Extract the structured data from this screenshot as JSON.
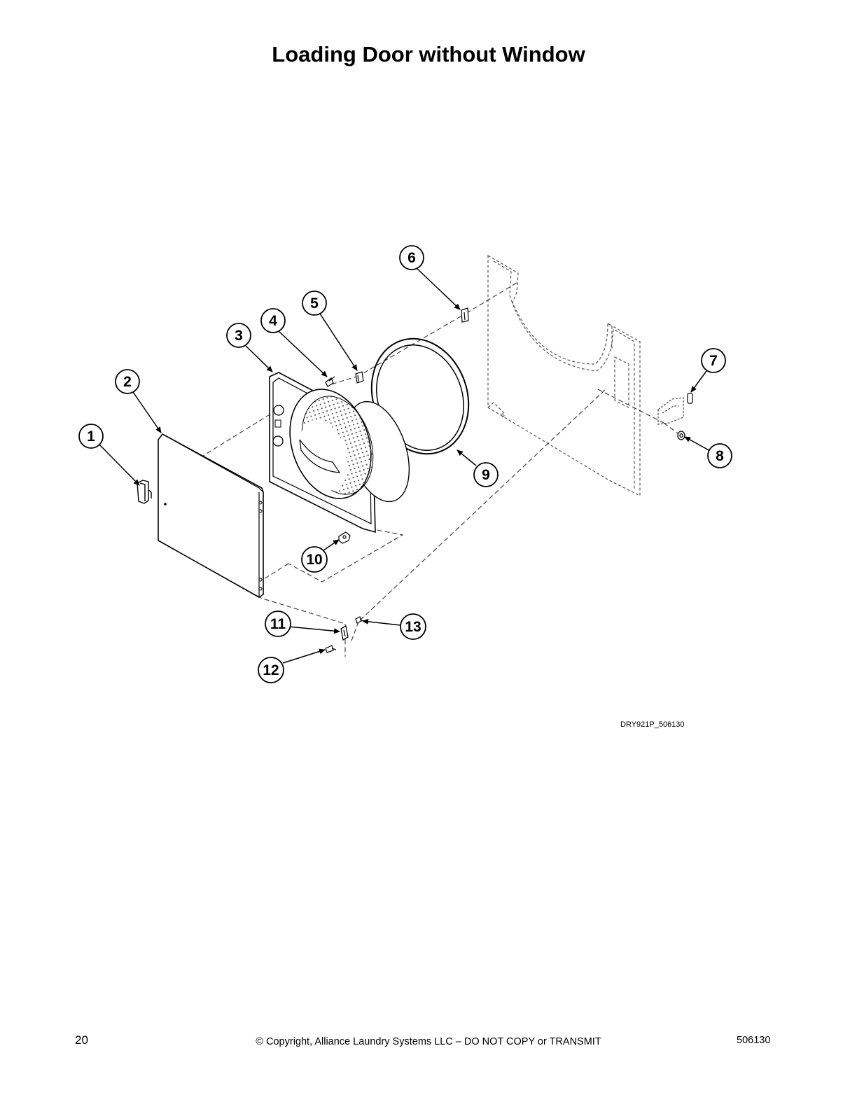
{
  "page": {
    "title": "Loading Door without Window",
    "drawing_id": "DRY921P_506130",
    "page_number": "20",
    "copyright": "© Copyright, Alliance Laundry Systems LLC – DO NOT COPY or TRANSMIT",
    "document_number": "506130"
  },
  "diagram": {
    "callouts": [
      "1",
      "2",
      "3",
      "4",
      "5",
      "6",
      "7",
      "8",
      "9",
      "10",
      "11",
      "12",
      "13"
    ]
  }
}
